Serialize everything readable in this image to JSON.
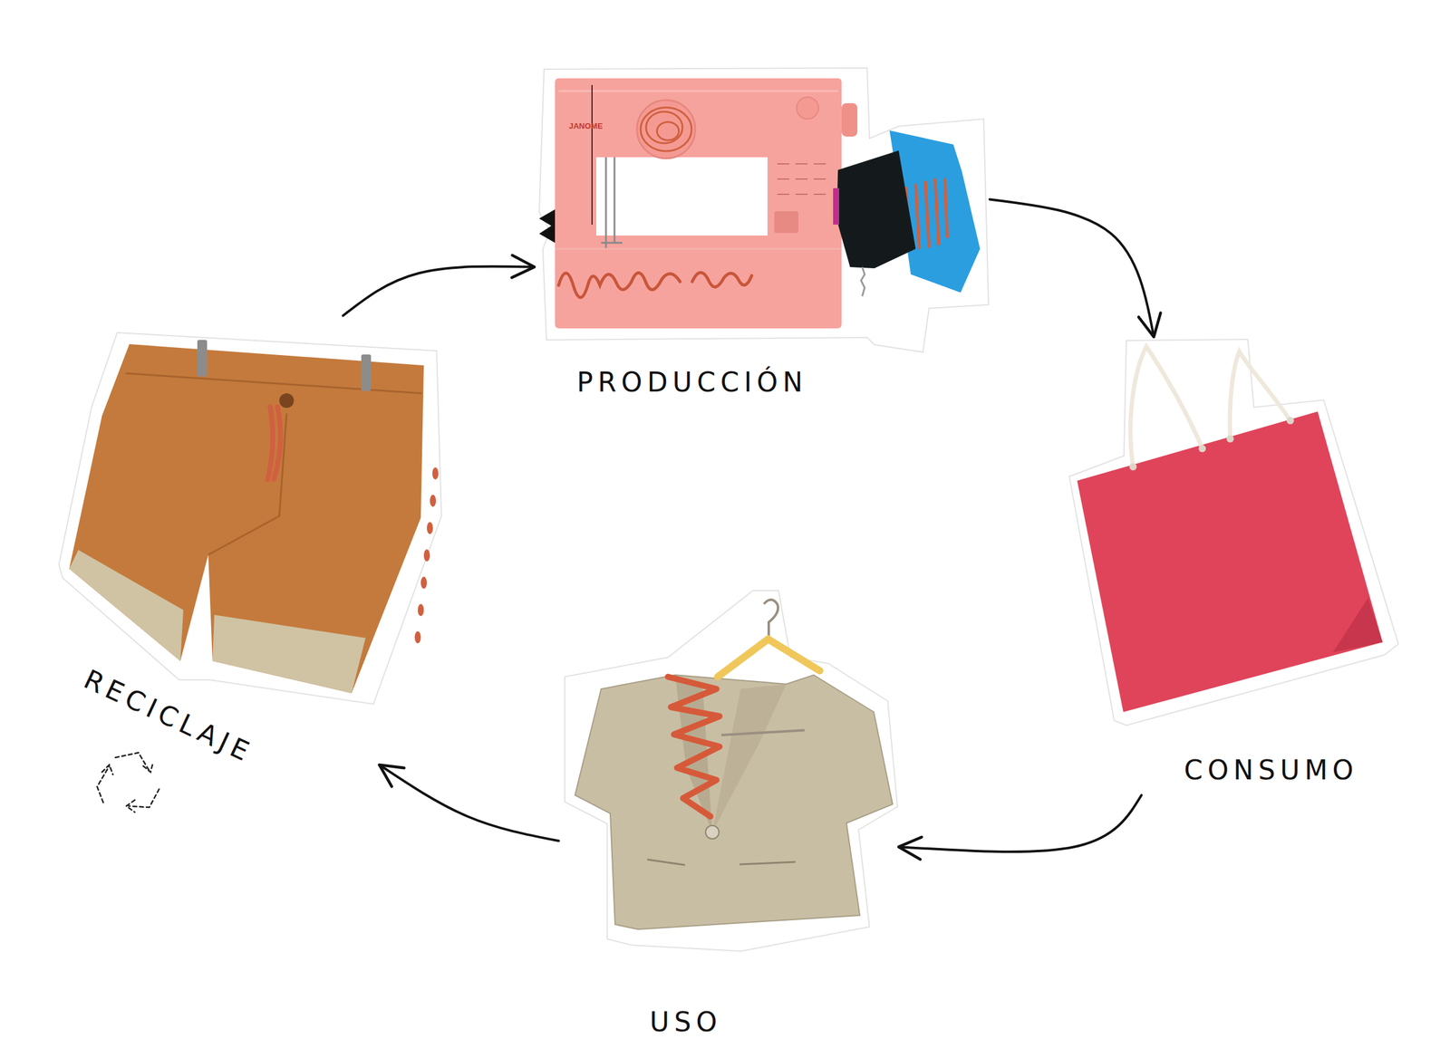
{
  "diagram": {
    "nodes": [
      {
        "text": [
          "PRODUCCIÓN"
        ]
      },
      {
        "text": [
          "CONSUMO"
        ]
      },
      {
        "text": [
          "USO"
        ]
      },
      {
        "text": [
          "RECICLAJE"
        ]
      }
    ],
    "edges": [
      {
        "from": 0,
        "to": 1,
        "arrow": "to"
      },
      {
        "from": 1,
        "to": 2,
        "arrow": "to"
      },
      {
        "from": 2,
        "to": 3,
        "arrow": "to"
      },
      {
        "from": 3,
        "to": 0,
        "arrow": "to"
      }
    ],
    "labels": [
      "JANOME"
    ]
  }
}
